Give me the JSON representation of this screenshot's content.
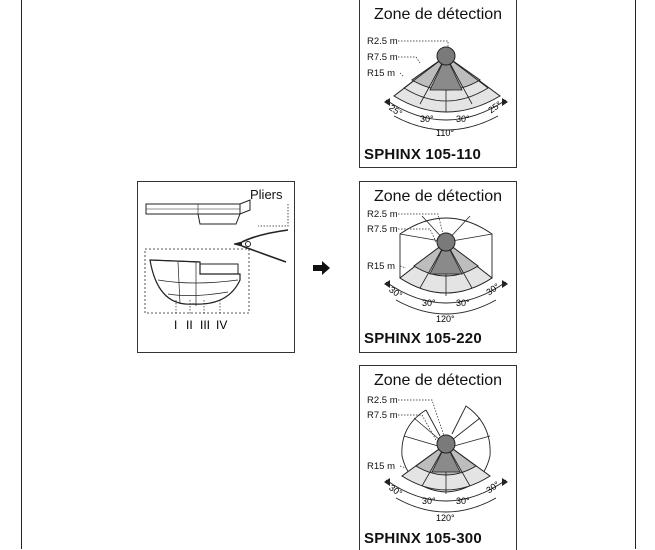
{
  "panels": [
    {
      "title": "Zone de détection",
      "model": "SPHINX 105-110",
      "radii": [
        "R2.5 m",
        "R7.5 m",
        "R15 m"
      ],
      "angles": [
        "25°",
        "30°",
        "30°",
        "25°"
      ],
      "total": "110°"
    },
    {
      "title": "Zone de détection",
      "model": "SPHINX 105-220",
      "radii": [
        "R2.5 m",
        "R7.5 m",
        "R15 m"
      ],
      "angles": [
        "30°",
        "30°",
        "30°",
        "30°"
      ],
      "total": "120°"
    },
    {
      "title": "Zone de détection",
      "model": "SPHINX 105-300",
      "radii": [
        "R2.5 m",
        "R7.5 m",
        "R15 m"
      ],
      "angles": [
        "30°",
        "30°",
        "30°",
        "30°"
      ],
      "total": "120°"
    }
  ],
  "tool_panel": {
    "pliers_label": "Pliers",
    "segments": [
      "I",
      "II",
      "III",
      "IV"
    ]
  },
  "colors": {
    "dark": "#7a7a7a",
    "mid": "#bdbdbd",
    "light": "#e0e0e0",
    "line": "#222222"
  }
}
